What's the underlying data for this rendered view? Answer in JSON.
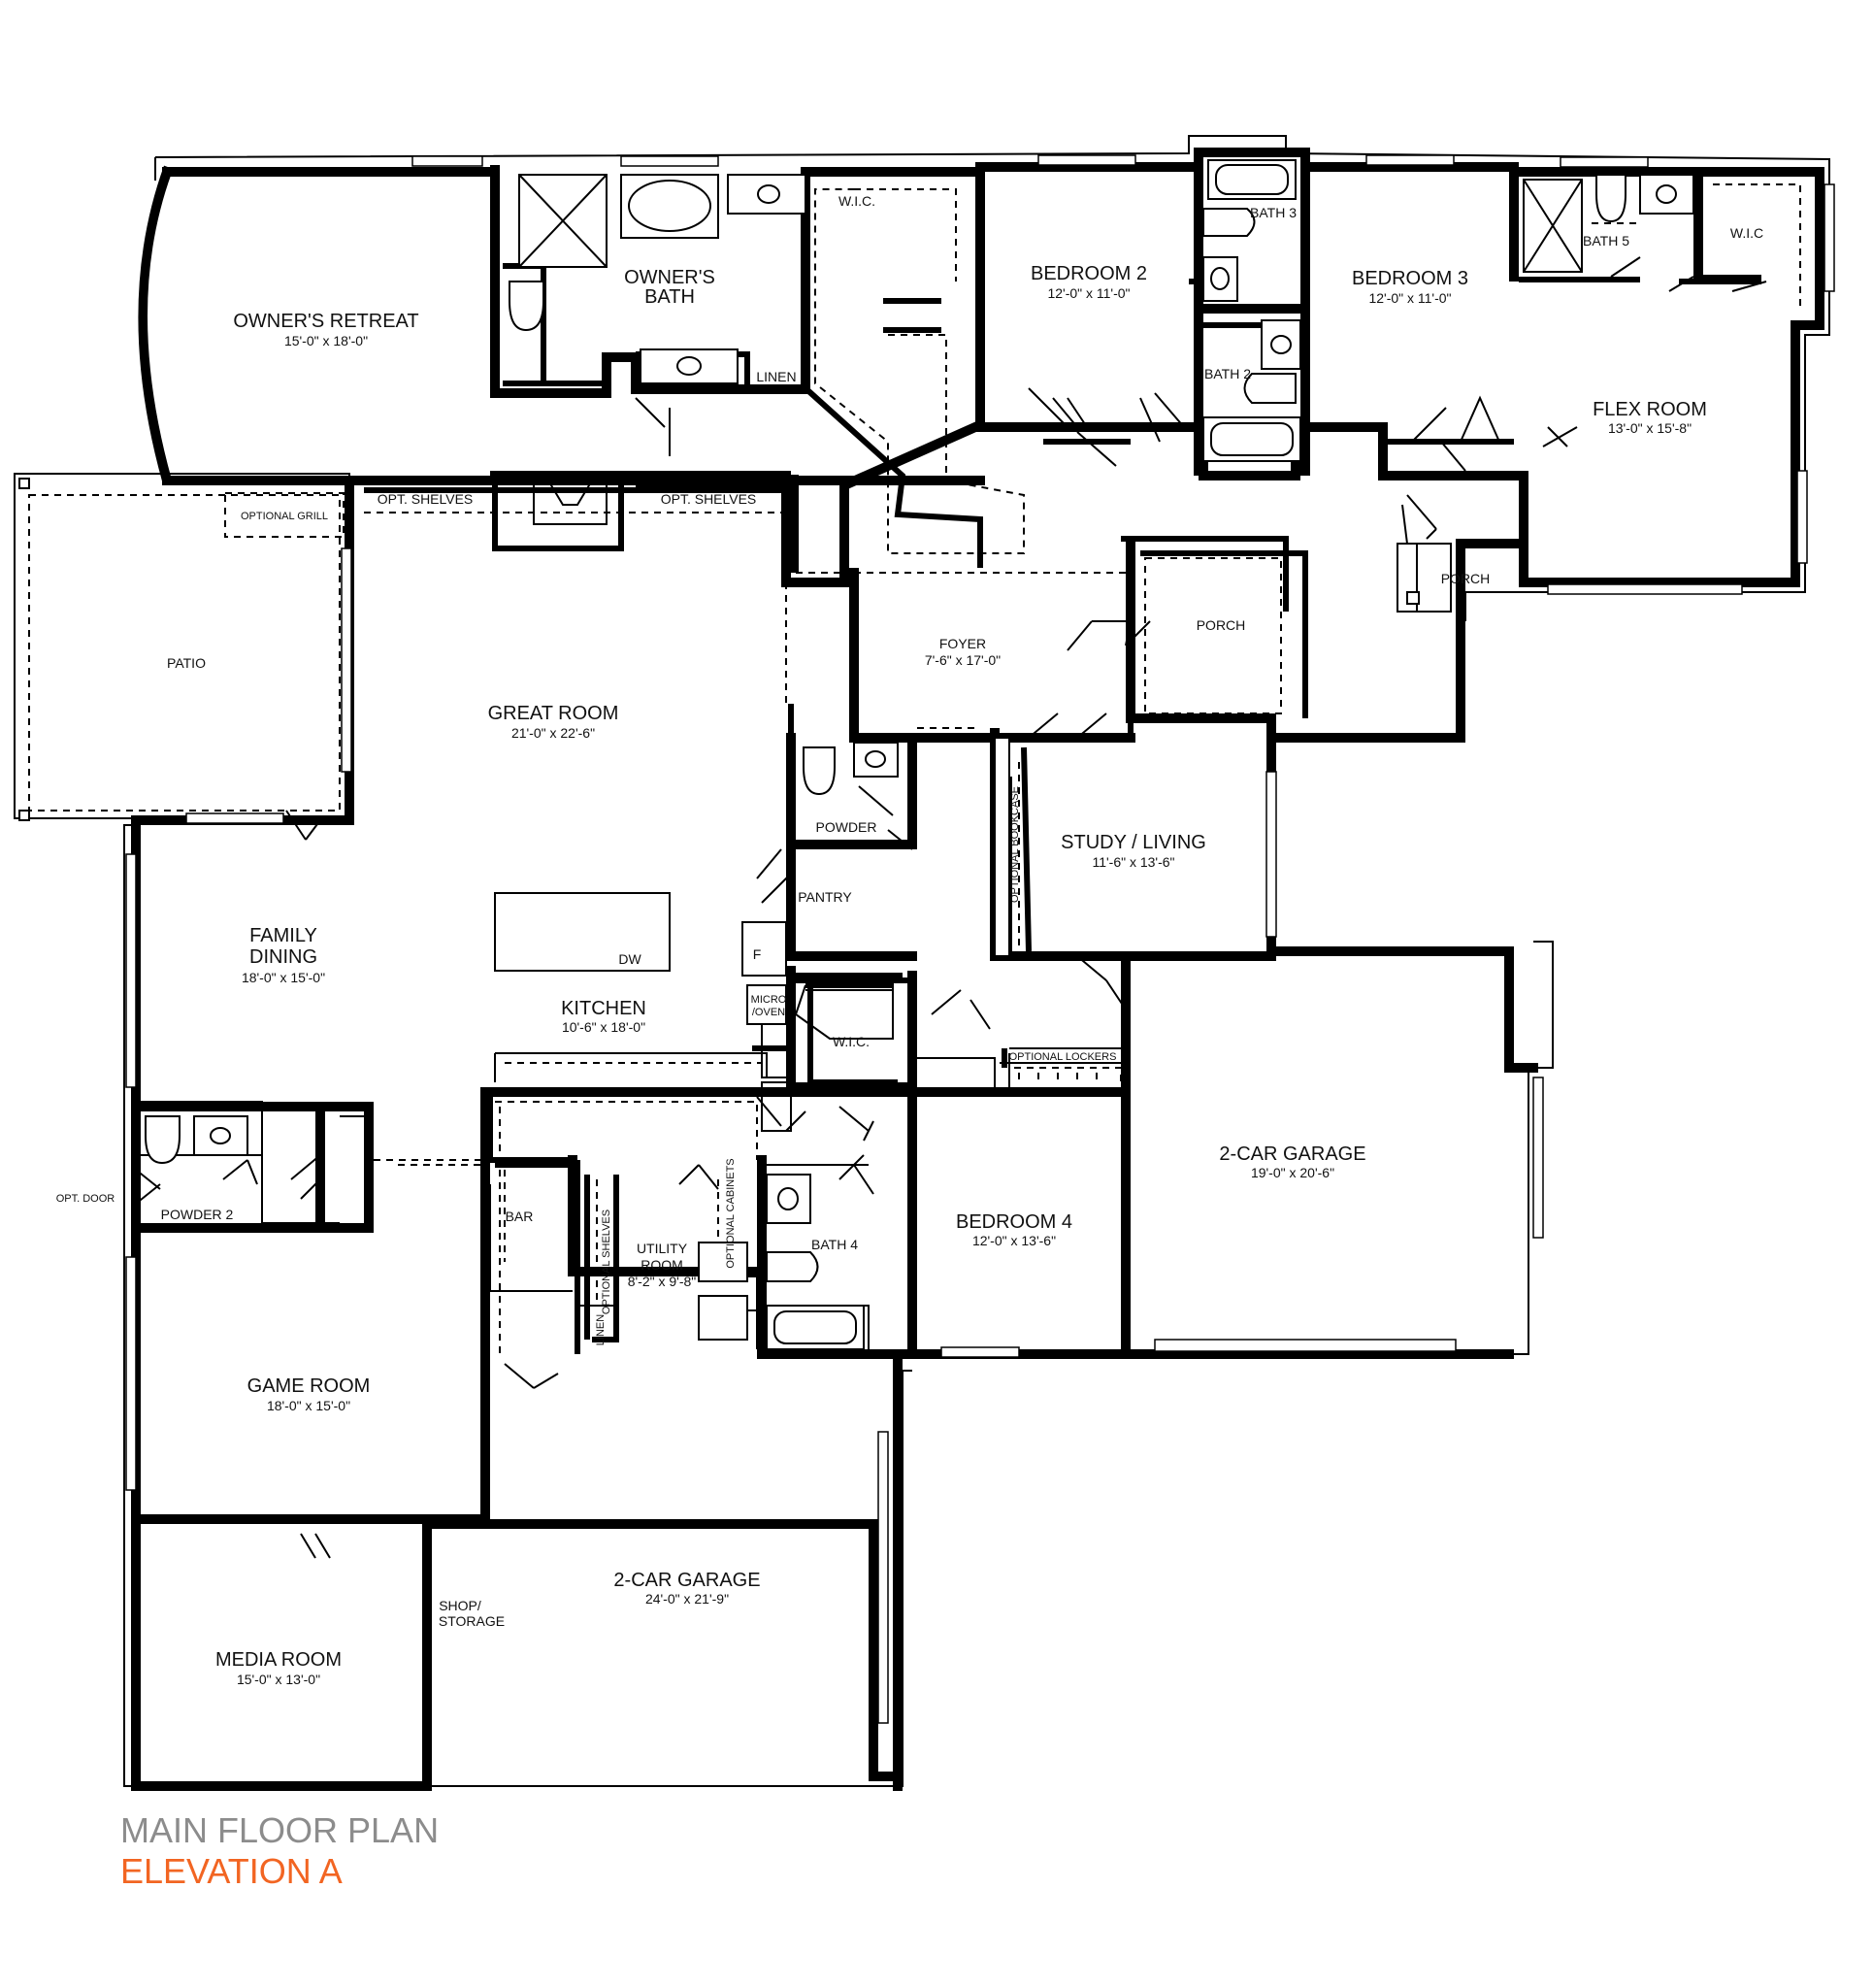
{
  "plan": {
    "title": "MAIN FLOOR PLAN",
    "subtitle": "ELEVATION A",
    "colors": {
      "walls": "#000000",
      "title": "#8c8c8c",
      "subtitle": "#f26522"
    }
  },
  "rooms": {
    "owners_retreat": {
      "name": "OWNER'S RETREAT",
      "dims": "15'-0\" x 18'-0\""
    },
    "owners_bath": {
      "name_line1": "OWNER'S",
      "name_line2": "BATH"
    },
    "wic_owner": "W.I.C.",
    "linen_owner": "LINEN",
    "bedroom2": {
      "name": "BEDROOM 2",
      "dims": "12'-0\" x 11'-0\""
    },
    "bath3": "BATH 3",
    "bath2": "BATH 2",
    "bedroom3": {
      "name": "BEDROOM 3",
      "dims": "12'-0\" x 11'-0\""
    },
    "bath5": "BATH 5",
    "wic_flex": "W.I.C",
    "flex_room": {
      "name": "FLEX ROOM",
      "dims": "13'-0\" x 15'-8\""
    },
    "porch_small": "PORCH",
    "porch": "PORCH",
    "opt_shelves_left": "OPT. SHELVES",
    "opt_shelves_right": "OPT. SHELVES",
    "optional_grill": "OPTIONAL GRILL",
    "patio": "PATIO",
    "great_room": {
      "name": "GREAT ROOM",
      "dims": "21'-0\" x 22'-6\""
    },
    "foyer": {
      "name": "FOYER",
      "dims": "7'-6\" x 17'-0\""
    },
    "powder": "POWDER",
    "pantry": "PANTRY",
    "study": {
      "name": "STUDY / LIVING",
      "dims": "11'-6\" x 13'-6\""
    },
    "optional_bookcase": "OPTIONAL BOOKCASE",
    "family_dining": {
      "name_line1": "FAMILY",
      "name_line2": "DINING",
      "dims": "18'-0\" x 15'-0\""
    },
    "kitchen": {
      "name": "KITCHEN",
      "dims": "10'-6\" x 18'-0\""
    },
    "dw": "DW",
    "fridge": "F",
    "micro_line1": "MICRO",
    "micro_line2": "/OVEN",
    "wic_hall": "W.I.C.",
    "optional_lockers": "OPTIONAL LOCKERS",
    "garage_right": {
      "name": "2-CAR GARAGE",
      "dims": "19'-0\" x 20'-6\""
    },
    "opt_door": "OPT. DOOR",
    "powder2": "POWDER 2",
    "bar": "BAR",
    "optional_shelves_v": "OPTIONAL SHELVES",
    "optional_cabinets_v": "OPTIONAL CABINETS",
    "utility": {
      "name_line1": "UTILITY",
      "name_line2": "ROOM",
      "dims": "8'-2\" x 9'-8\""
    },
    "linen_utility": "LINEN",
    "bath4": "BATH 4",
    "bedroom4": {
      "name": "BEDROOM 4",
      "dims": "12'-0\" x 13'-6\""
    },
    "game_room": {
      "name": "GAME ROOM",
      "dims": "18'-0\" x 15'-0\""
    },
    "media_room": {
      "name": "MEDIA ROOM",
      "dims": "15'-0\" x 13'-0\""
    },
    "shop_line1": "SHOP/",
    "shop_line2": "STORAGE",
    "garage_left": {
      "name": "2-CAR GARAGE",
      "dims": "24'-0\" x 21'-9\""
    }
  }
}
